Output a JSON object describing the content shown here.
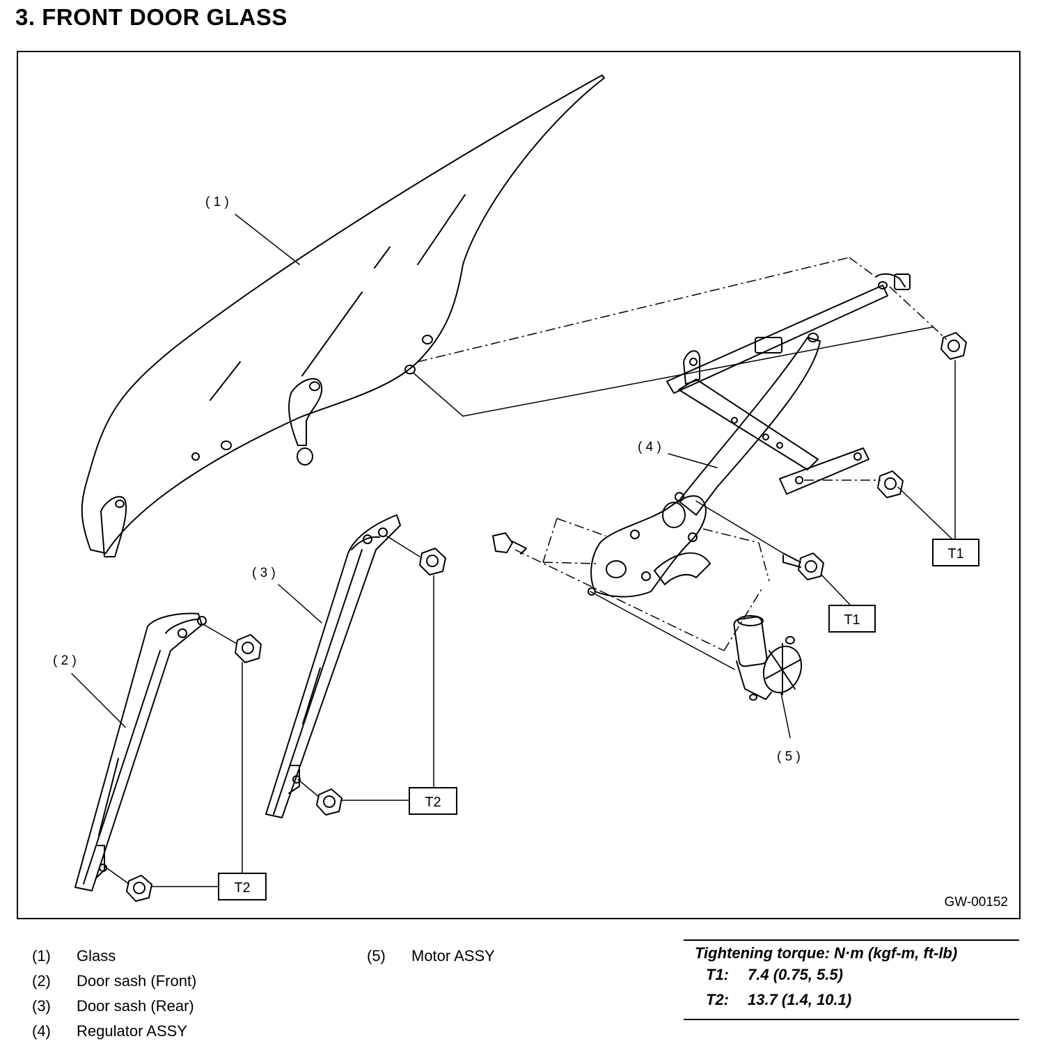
{
  "page": {
    "title": "3.  FRONT DOOR GLASS",
    "figure_code": "GW-00152"
  },
  "callouts": {
    "c1": "( 1 )",
    "c2": "( 2 )",
    "c3": "( 3 )",
    "c4": "( 4 )",
    "c5": "( 5 )"
  },
  "torque_labels": {
    "t1a": "T1",
    "t1b": "T1",
    "t2a": "T2",
    "t2b": "T2"
  },
  "legend": {
    "items": [
      {
        "num": "(1)",
        "name": "Glass"
      },
      {
        "num": "(2)",
        "name": "Door sash (Front)"
      },
      {
        "num": "(3)",
        "name": "Door sash (Rear)"
      },
      {
        "num": "(4)",
        "name": "Regulator ASSY"
      },
      {
        "num": "(5)",
        "name": "Motor ASSY"
      }
    ]
  },
  "torque": {
    "heading": "Tightening torque: N·m (kgf-m, ft-lb)",
    "rows": [
      {
        "label": "T1:",
        "value": "7.4 (0.75, 5.5)"
      },
      {
        "label": "T2:",
        "value": "13.7 (1.4, 10.1)"
      }
    ]
  }
}
